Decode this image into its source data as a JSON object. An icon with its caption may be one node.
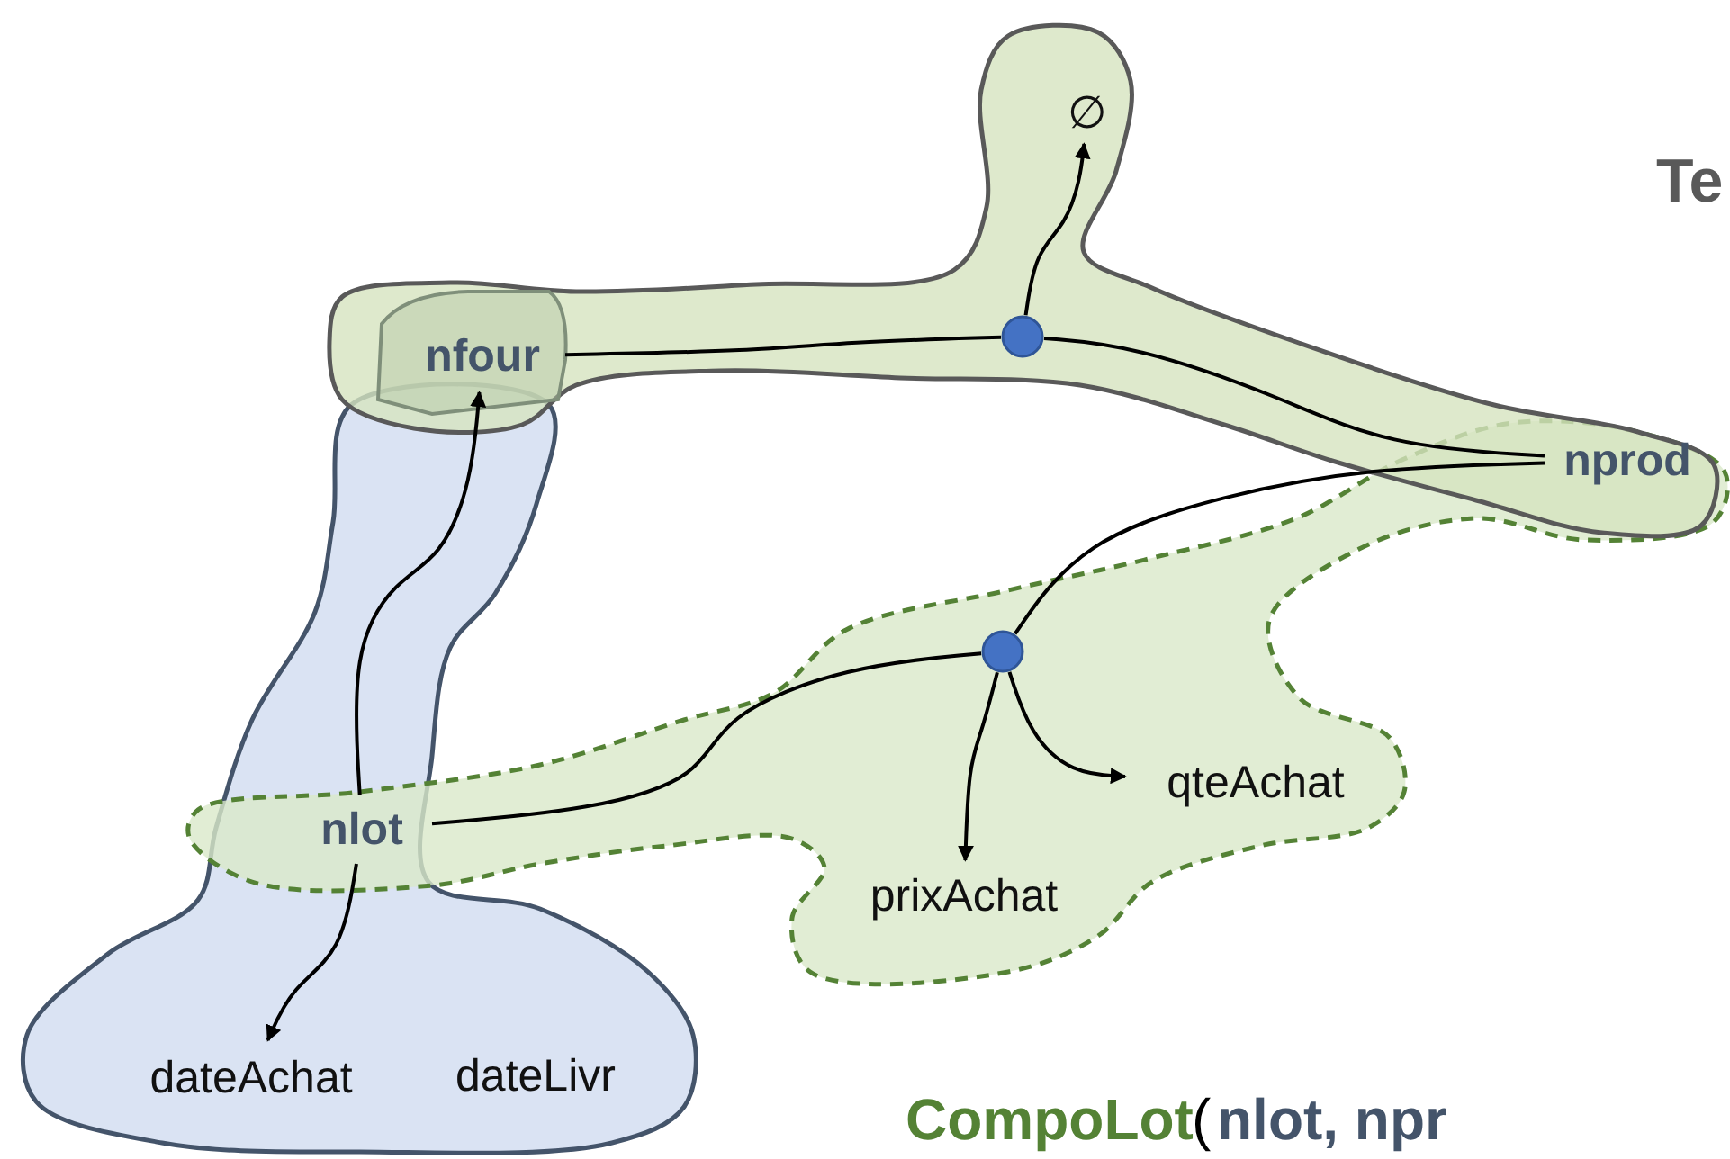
{
  "diagram": {
    "nodes": [
      {
        "text": [
          "nfour"
        ]
      },
      {
        "text": [
          "∅"
        ]
      },
      {
        "text": [
          "nprod"
        ]
      },
      {
        "text": [
          "nlot"
        ]
      },
      {
        "text": [
          "qteAchat"
        ]
      },
      {
        "text": [
          "prixAchat"
        ]
      },
      {
        "text": [
          "dateAchat"
        ]
      },
      {
        "text": [
          "dateLivr"
        ]
      },
      {
        "text": [],
        "shape": "circle"
      },
      {
        "text": [],
        "shape": "circle"
      }
    ],
    "edges": [
      {
        "from": 0,
        "to": 8,
        "arrow": "none"
      },
      {
        "from": 2,
        "to": 8,
        "arrow": "none"
      },
      {
        "from": 8,
        "to": 1,
        "arrow": "to"
      },
      {
        "from": 3,
        "to": 9,
        "arrow": "none"
      },
      {
        "from": 2,
        "to": 9,
        "arrow": "none"
      },
      {
        "from": 9,
        "to": 5,
        "arrow": "to"
      },
      {
        "from": 9,
        "to": 4,
        "arrow": "to"
      },
      {
        "from": 3,
        "to": 0,
        "arrow": "to"
      },
      {
        "from": 3,
        "to": 6,
        "arrow": "to"
      }
    ],
    "labels": [
      "Te",
      "CompoLot",
      "(",
      "nlot, npr"
    ]
  }
}
